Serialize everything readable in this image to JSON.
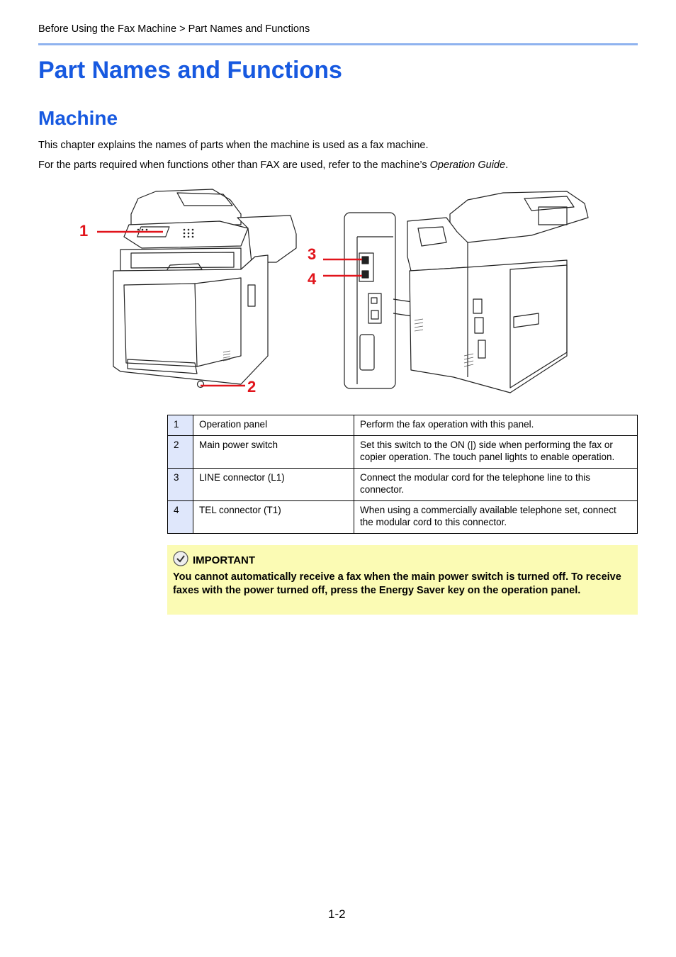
{
  "header": {
    "breadcrumb": "Before Using the Fax Machine > Part Names and Functions"
  },
  "page_title": "Part Names and Functions",
  "section": {
    "title": "Machine",
    "para1": "This chapter explains the names of parts when the machine is used as a fax machine.",
    "para2_prefix": "For the parts required when functions other than FAX are used, refer to the machine’s ",
    "para2_emphasis": "Operation Guide",
    "para2_suffix": "."
  },
  "figure": {
    "callouts": [
      "1",
      "2",
      "3",
      "4"
    ],
    "accent_color": "#e1141b"
  },
  "parts_table": {
    "rows": [
      {
        "num": "1",
        "name": "Operation panel",
        "desc": "Perform the fax operation with this panel."
      },
      {
        "num": "2",
        "name": "Main power switch",
        "desc": "Set this switch to the ON (|) side when performing the fax or copier operation. The touch panel lights to enable operation."
      },
      {
        "num": "3",
        "name": "LINE connector (L1)",
        "desc": "Connect the modular cord for the telephone line to this connector."
      },
      {
        "num": "4",
        "name": "TEL connector (T1)",
        "desc": "When using a commercially available telephone set, connect the modular cord to this connector."
      }
    ]
  },
  "important": {
    "icon": "check-circle-icon",
    "heading": "IMPORTANT",
    "text": "You cannot automatically receive a fax when the main power switch is turned off. To receive faxes with the power turned off, press the Energy Saver key on the operation panel."
  },
  "footer": {
    "page_number": "1-2"
  },
  "colors": {
    "heading_blue": "#1759e0",
    "rule_blue": "#8fb3ef",
    "table_num_bg": "#dfe7fb",
    "important_bg": "#fbfbb4"
  }
}
